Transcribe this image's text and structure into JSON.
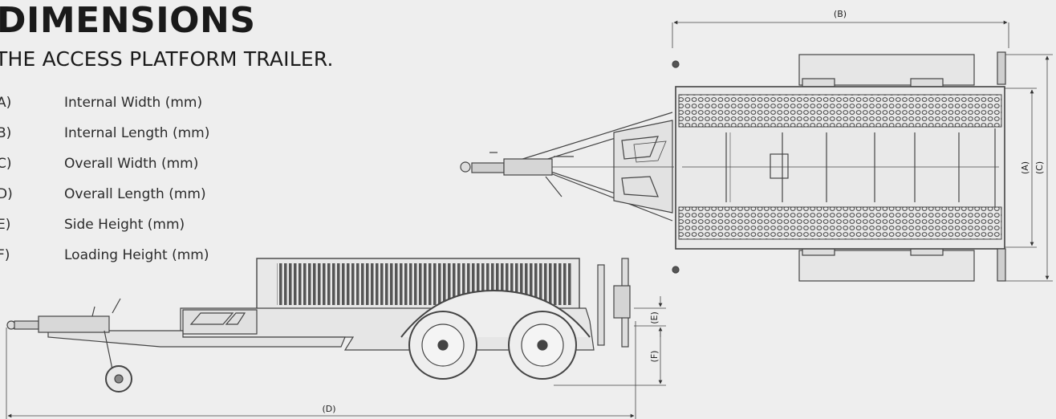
{
  "heading": {
    "title": "DIMENSIONS",
    "subtitle": "THE ACCESS PLATFORM TRAILER."
  },
  "dimension_list": [
    {
      "code": "A)",
      "label": "Internal Width (mm)"
    },
    {
      "code": "B)",
      "label": "Internal Length (mm)"
    },
    {
      "code": "C)",
      "label": "Overall Width (mm)"
    },
    {
      "code": "D)",
      "label": "Overall Length (mm)"
    },
    {
      "code": "E)",
      "label": "Side Height (mm)"
    },
    {
      "code": "F)",
      "label": "Loading Height (mm)"
    }
  ],
  "diagram_labels": {
    "a": "(A)",
    "b": "(B)",
    "c": "(C)",
    "d": "(D)",
    "e": "(E)",
    "f": "(F)"
  }
}
